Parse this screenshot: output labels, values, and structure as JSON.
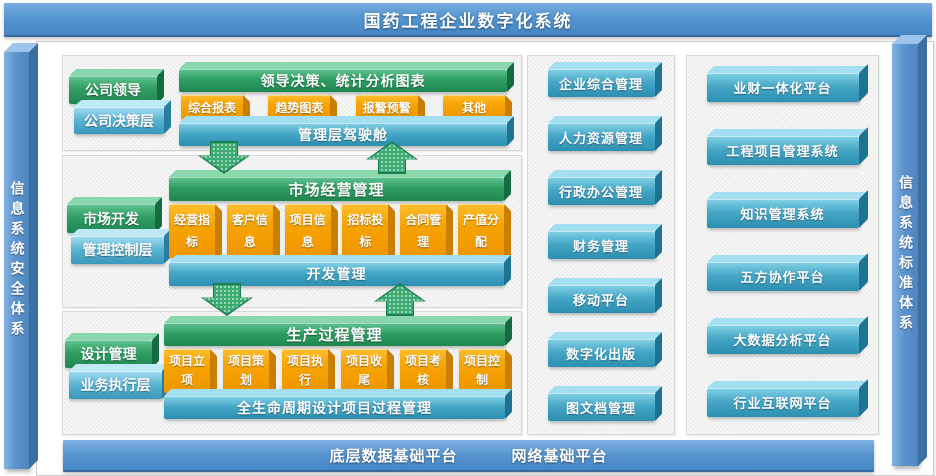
{
  "colors": {
    "banner_blue": "#5395d0",
    "pillar_blue": "#5b94cc",
    "green": "#2f9e63",
    "orange": "#f6a404",
    "teal": "#44a5c5",
    "panel_gray": "#ececec"
  },
  "banner": {
    "title": "国药工程企业数字化系统"
  },
  "left_pillar": {
    "label": "信息系统安全体系"
  },
  "right_pillar": {
    "label": "信息系统标准体系"
  },
  "footer": {
    "labels": [
      "底层数据基础平台",
      "网络基础平台"
    ]
  },
  "sections": [
    {
      "role_primary": "公司领导",
      "role_layer": "公司决策层",
      "header": "领导决策、统计分析图表",
      "items": [
        "综合报表",
        "趋势图表",
        "报警预警",
        "其他"
      ],
      "footer": "管理层驾驶舱"
    },
    {
      "role_primary": "市场开发",
      "role_layer": "管理控制层",
      "header": "市场经营管理",
      "items": [
        "经营指标",
        "客户信息",
        "项目信息",
        "招标投标",
        "合同管理",
        "产值分配"
      ],
      "footer": "开发管理"
    },
    {
      "role_primary": "设计管理",
      "role_layer": "业务执行层",
      "header": "生产过程管理",
      "items": [
        "项目立项",
        "项目策划",
        "项目执行",
        "项目收尾",
        "项目考核",
        "项目控制"
      ],
      "footer": "全生命周期设计项目过程管理"
    }
  ],
  "middle_column": [
    "企业综合管理",
    "人力资源管理",
    "行政办公管理",
    "财务管理",
    "移动平台",
    "数字化出版",
    "图文档管理"
  ],
  "right_column": [
    "业财一体化平台",
    "工程项目管理系统",
    "知识管理系统",
    "五方协作平台",
    "大数据分析平台",
    "行业互联网平台"
  ]
}
